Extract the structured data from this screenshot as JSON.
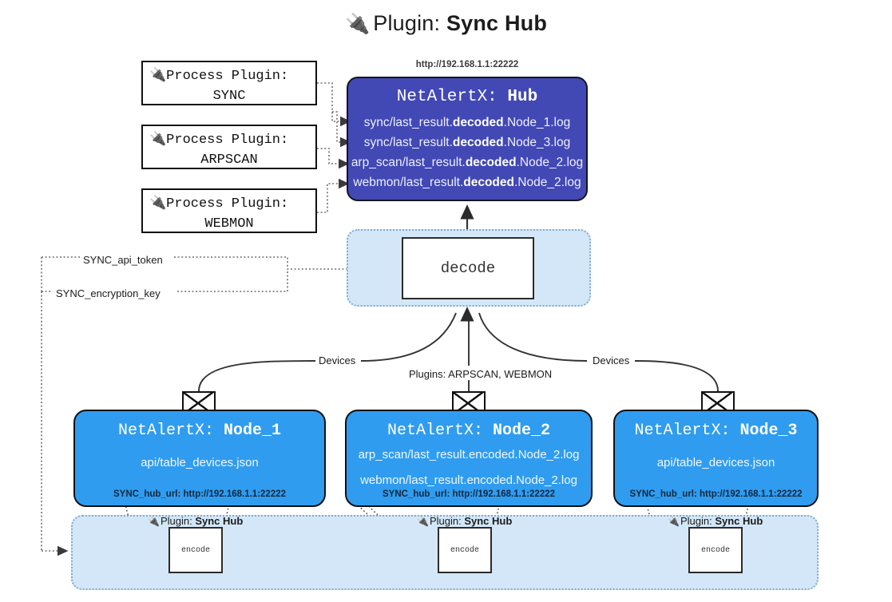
{
  "title": {
    "icon": "plug-icon",
    "prefix": "Plugin:",
    "name": "Sync Hub"
  },
  "process_plugins": [
    {
      "icon": "plug-icon",
      "line1": "Process Plugin:",
      "line2": "SYNC"
    },
    {
      "icon": "plug-icon",
      "line1": "Process Plugin:",
      "line2": "ARPSCAN"
    },
    {
      "icon": "plug-icon",
      "line1": "Process Plugin:",
      "line2": "WEBMON"
    }
  ],
  "hub": {
    "url_label": "http://192.168.1.1:22222",
    "title_prefix": "NetAlertX:",
    "title_name": "Hub",
    "color": "#4248b4",
    "logs": [
      {
        "pre": "sync/last_result.",
        "mid": "decoded",
        "post": ".Node_1.log"
      },
      {
        "pre": "sync/last_result.",
        "mid": "decoded",
        "post": ".Node_3.log"
      },
      {
        "pre": "arp_scan/last_result.",
        "mid": "decoded",
        "post": ".Node_2.log"
      },
      {
        "pre": "webmon/last_result.",
        "mid": "decoded",
        "post": ".Node_2.log"
      }
    ]
  },
  "decode": {
    "label": "decode",
    "container_color": "#d4e7f8"
  },
  "edge_labels": {
    "devices_left": "Devices",
    "devices_right": "Devices",
    "plugins_center": "Plugins: ARPSCAN, WEBMON",
    "api_token": "SYNC_api_token",
    "encryption_key": "SYNC_encryption_key"
  },
  "nodes": [
    {
      "title_prefix": "NetAlertX:",
      "title_name": "Node_1",
      "paths": [
        "api/table_devices.json"
      ],
      "footer": "SYNC_hub_url: http://192.168.1.1:22222",
      "color": "#2f9cf0",
      "icon": "envelope-icon"
    },
    {
      "title_prefix": "NetAlertX:",
      "title_name": "Node_2",
      "paths": [
        "arp_scan/last_result.encoded.Node_2.log",
        "webmon/last_result.encoded.Node_2.log"
      ],
      "footer": "SYNC_hub_url: http://192.168.1.1:22222",
      "color": "#2f9cf0",
      "icon": "envelope-icon"
    },
    {
      "title_prefix": "NetAlertX:",
      "title_name": "Node_3",
      "paths": [
        "api/table_devices.json"
      ],
      "footer": "SYNC_hub_url: http://192.168.1.1:22222",
      "color": "#2f9cf0",
      "icon": "envelope-icon"
    }
  ],
  "encode_sections": [
    {
      "caption_prefix": "Plugin:",
      "caption_name": "Sync Hub",
      "box_label": "encode",
      "icon": "plug-icon"
    },
    {
      "caption_prefix": "Plugin:",
      "caption_name": "Sync Hub",
      "box_label": "encode",
      "icon": "plug-icon"
    },
    {
      "caption_prefix": "Plugin:",
      "caption_name": "Sync Hub",
      "box_label": "encode",
      "icon": "plug-icon"
    }
  ]
}
